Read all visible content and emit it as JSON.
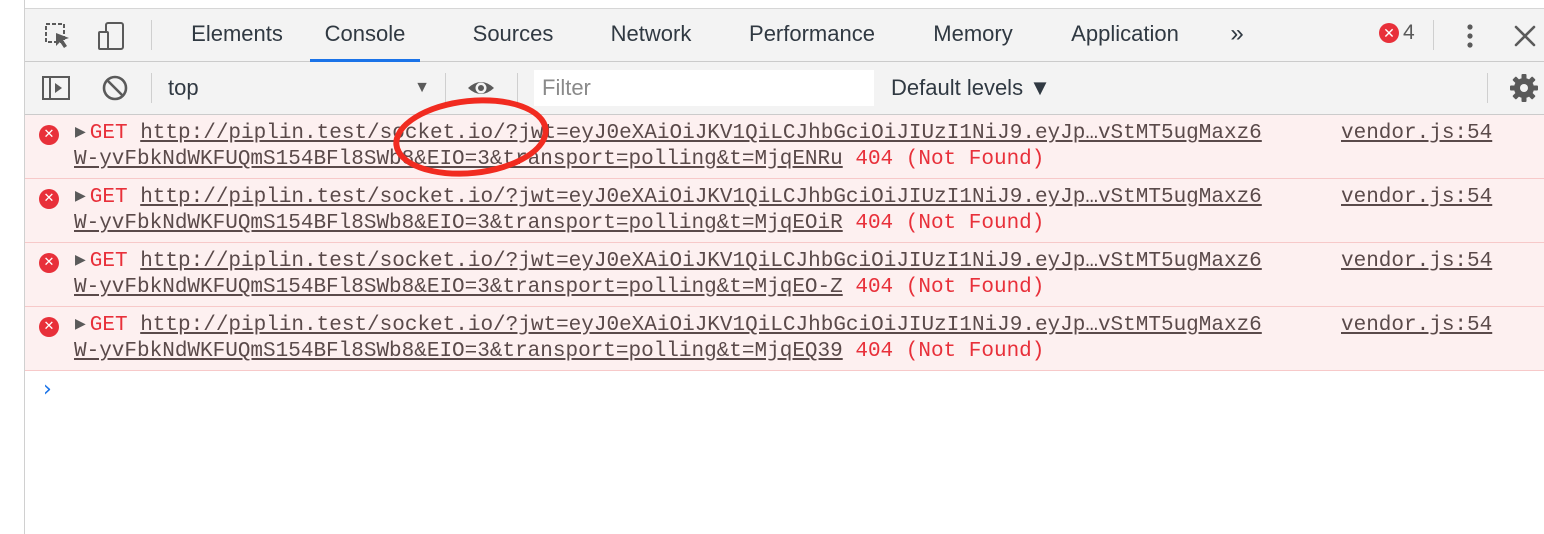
{
  "tabs": [
    {
      "label": "Elements"
    },
    {
      "label": "Console"
    },
    {
      "label": "Sources"
    },
    {
      "label": "Network"
    },
    {
      "label": "Performance"
    },
    {
      "label": "Memory"
    },
    {
      "label": "Application"
    }
  ],
  "overflow_label": "»",
  "error_count": "4",
  "toolbar": {
    "context": "top",
    "filter_placeholder": "Filter",
    "levels_label": "Default levels ▼"
  },
  "messages": [
    {
      "method": "GET",
      "url_line1": "http://piplin.test/socket.io/?jwt=eyJ0eXAiOiJKV1QiLCJhbGciOiJIUzI1NiJ9.eyJp…vStMT5ugMaxz6",
      "url_line2": "W-yvFbkNdWKFUQmS154BFl8SWb8&EIO=3&transport=polling&t=MjqENRu",
      "status": "404 (Not Found)",
      "source": "vendor.js:54"
    },
    {
      "method": "GET",
      "url_line1": "http://piplin.test/socket.io/?jwt=eyJ0eXAiOiJKV1QiLCJhbGciOiJIUzI1NiJ9.eyJp…vStMT5ugMaxz6",
      "url_line2": "W-yvFbkNdWKFUQmS154BFl8SWb8&EIO=3&transport=polling&t=MjqEOiR",
      "status": "404 (Not Found)",
      "source": "vendor.js:54"
    },
    {
      "method": "GET",
      "url_line1": "http://piplin.test/socket.io/?jwt=eyJ0eXAiOiJKV1QiLCJhbGciOiJIUzI1NiJ9.eyJp…vStMT5ugMaxz6",
      "url_line2": "W-yvFbkNdWKFUQmS154BFl8SWb8&EIO=3&transport=polling&t=MjqEO-Z",
      "status": "404 (Not Found)",
      "source": "vendor.js:54"
    },
    {
      "method": "GET",
      "url_line1": "http://piplin.test/socket.io/?jwt=eyJ0eXAiOiJKV1QiLCJhbGciOiJIUzI1NiJ9.eyJp…vStMT5ugMaxz6",
      "url_line2": "W-yvFbkNdWKFUQmS154BFl8SWb8&EIO=3&transport=polling&t=MjqEQ39",
      "status": "404 (Not Found)",
      "source": "vendor.js:54"
    }
  ],
  "prompt_symbol": "›",
  "icons": {
    "inspect": "inspect-element-icon",
    "device": "device-toolbar-icon",
    "sidebar": "show-sidebar-icon",
    "clear": "clear-console-icon",
    "eye": "live-expression-icon",
    "settings": "gear-icon",
    "kebab": "kebab-menu-icon",
    "close": "close-icon"
  },
  "colors": {
    "accent": "#1a73e8",
    "error": "#e8303a",
    "error_bg": "#fdf0f0",
    "annotation": "#f12b20"
  }
}
